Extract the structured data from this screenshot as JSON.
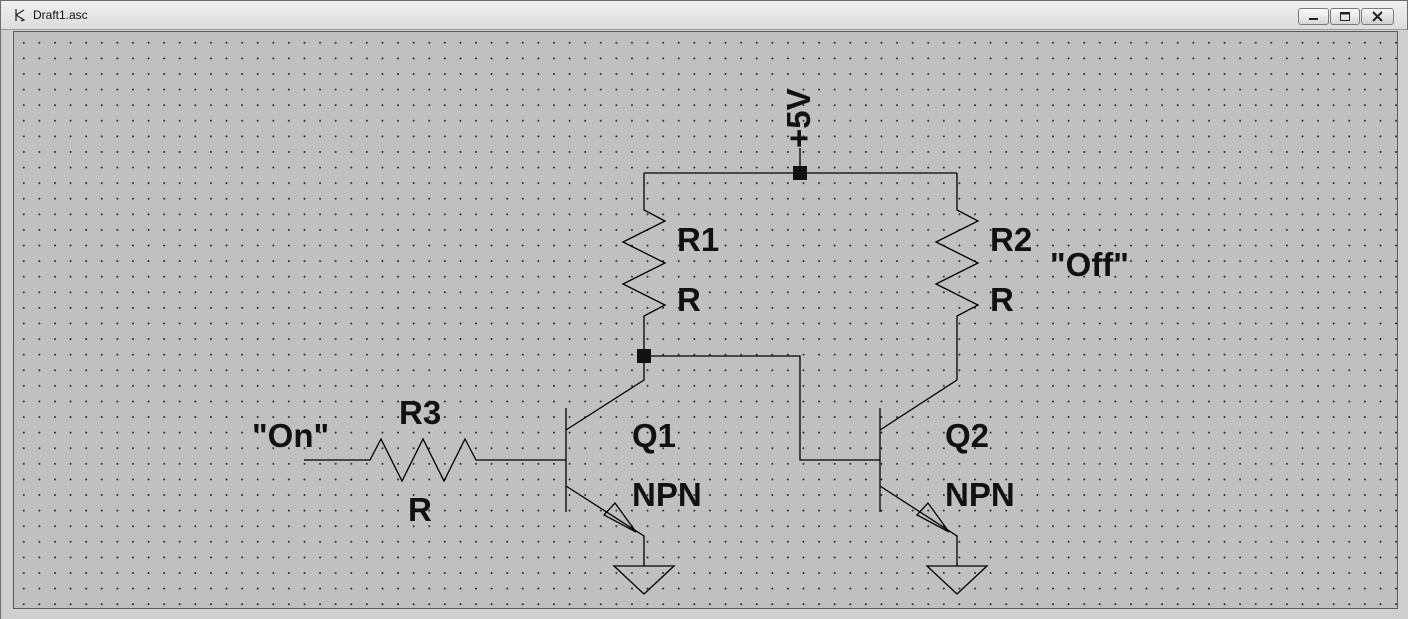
{
  "window": {
    "title": "Draft1.asc",
    "controls": {
      "minimize": "minimize-icon",
      "maximize": "maximize-icon",
      "close": "close-icon"
    }
  },
  "schematic": {
    "supply_label": "+5V",
    "components": {
      "r1": {
        "name": "R1",
        "value": "R"
      },
      "r2": {
        "name": "R2",
        "value": "R"
      },
      "r3": {
        "name": "R3",
        "value": "R"
      },
      "q1": {
        "name": "Q1",
        "value": "NPN"
      },
      "q2": {
        "name": "Q2",
        "value": "NPN"
      }
    },
    "net_labels": {
      "on": "\"On\"",
      "off": "\"Off\""
    }
  }
}
